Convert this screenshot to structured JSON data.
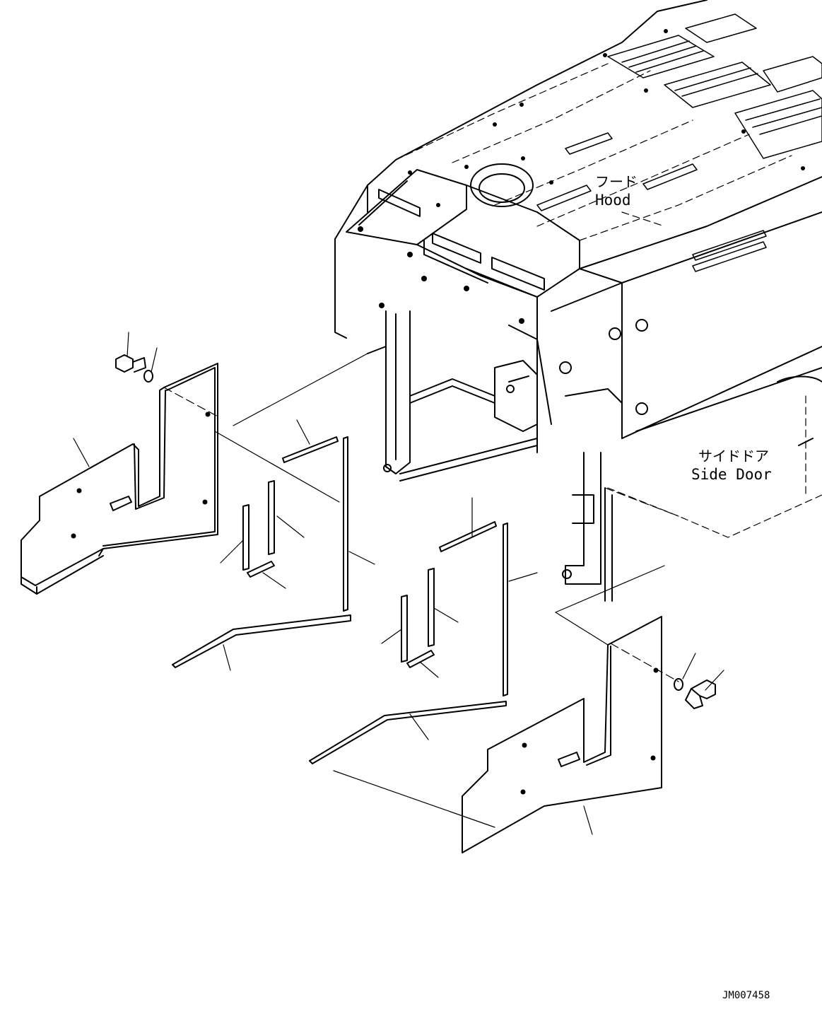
{
  "labels": {
    "hood_jp": "フード",
    "hood_en": "Hood",
    "side_door_jp": "サイドドア",
    "side_door_en": "Side Door"
  },
  "drawing_number": "JM007458"
}
